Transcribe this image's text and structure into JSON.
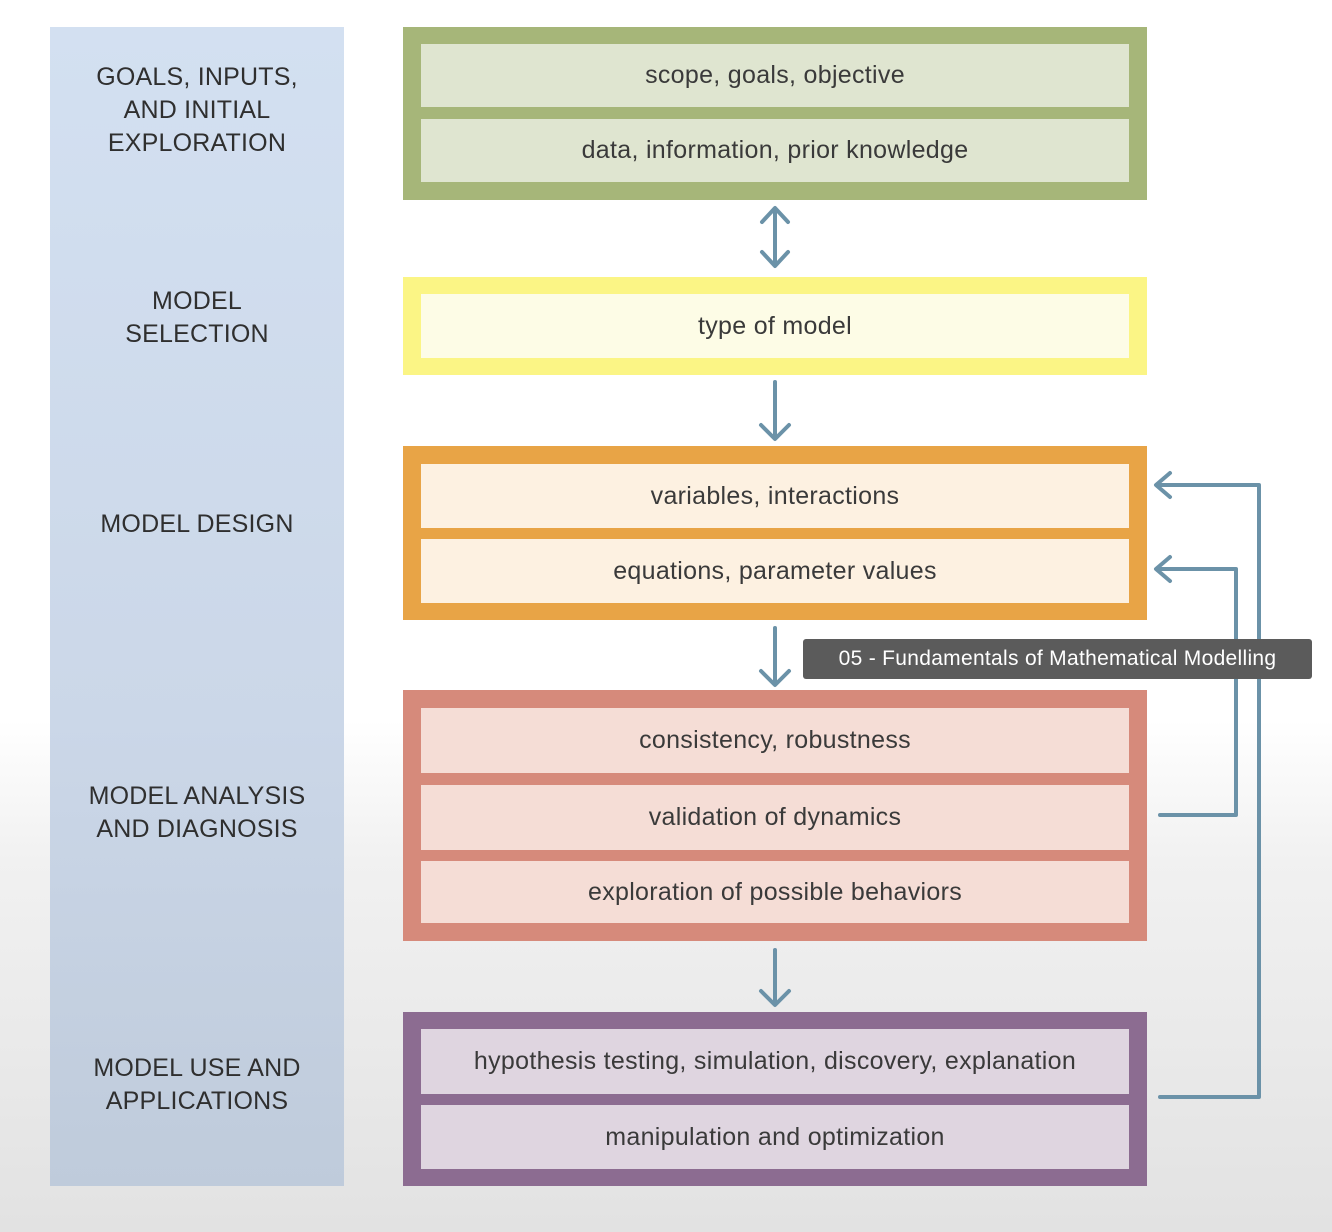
{
  "stages": [
    {
      "label": "GOALS, INPUTS,\nAND INITIAL\nEXPLORATION"
    },
    {
      "label": "MODEL\nSELECTION"
    },
    {
      "label": "MODEL DESIGN"
    },
    {
      "label": "MODEL ANALYSIS\nAND DIAGNOSIS"
    },
    {
      "label": "MODEL USE AND\nAPPLICATIONS"
    }
  ],
  "groups": [
    {
      "color": "#a6b679",
      "items": [
        "scope, goals, objective",
        "data, information, prior knowledge"
      ]
    },
    {
      "color": "#fbf585",
      "items": [
        "type of model"
      ]
    },
    {
      "color": "#e8a446",
      "items": [
        "variables, interactions",
        "equations, parameter values"
      ]
    },
    {
      "color": "#d68a7b",
      "items": [
        "consistency, robustness",
        "validation of dynamics",
        "exploration of possible behaviors"
      ]
    },
    {
      "color": "#8c6c91",
      "items": [
        "hypothesis testing, simulation, discovery, explanation",
        "manipulation and optimization"
      ]
    }
  ],
  "arrow_color": "#6b92a8",
  "tooltip": "05 - Fundamentals of Mathematical Modelling"
}
